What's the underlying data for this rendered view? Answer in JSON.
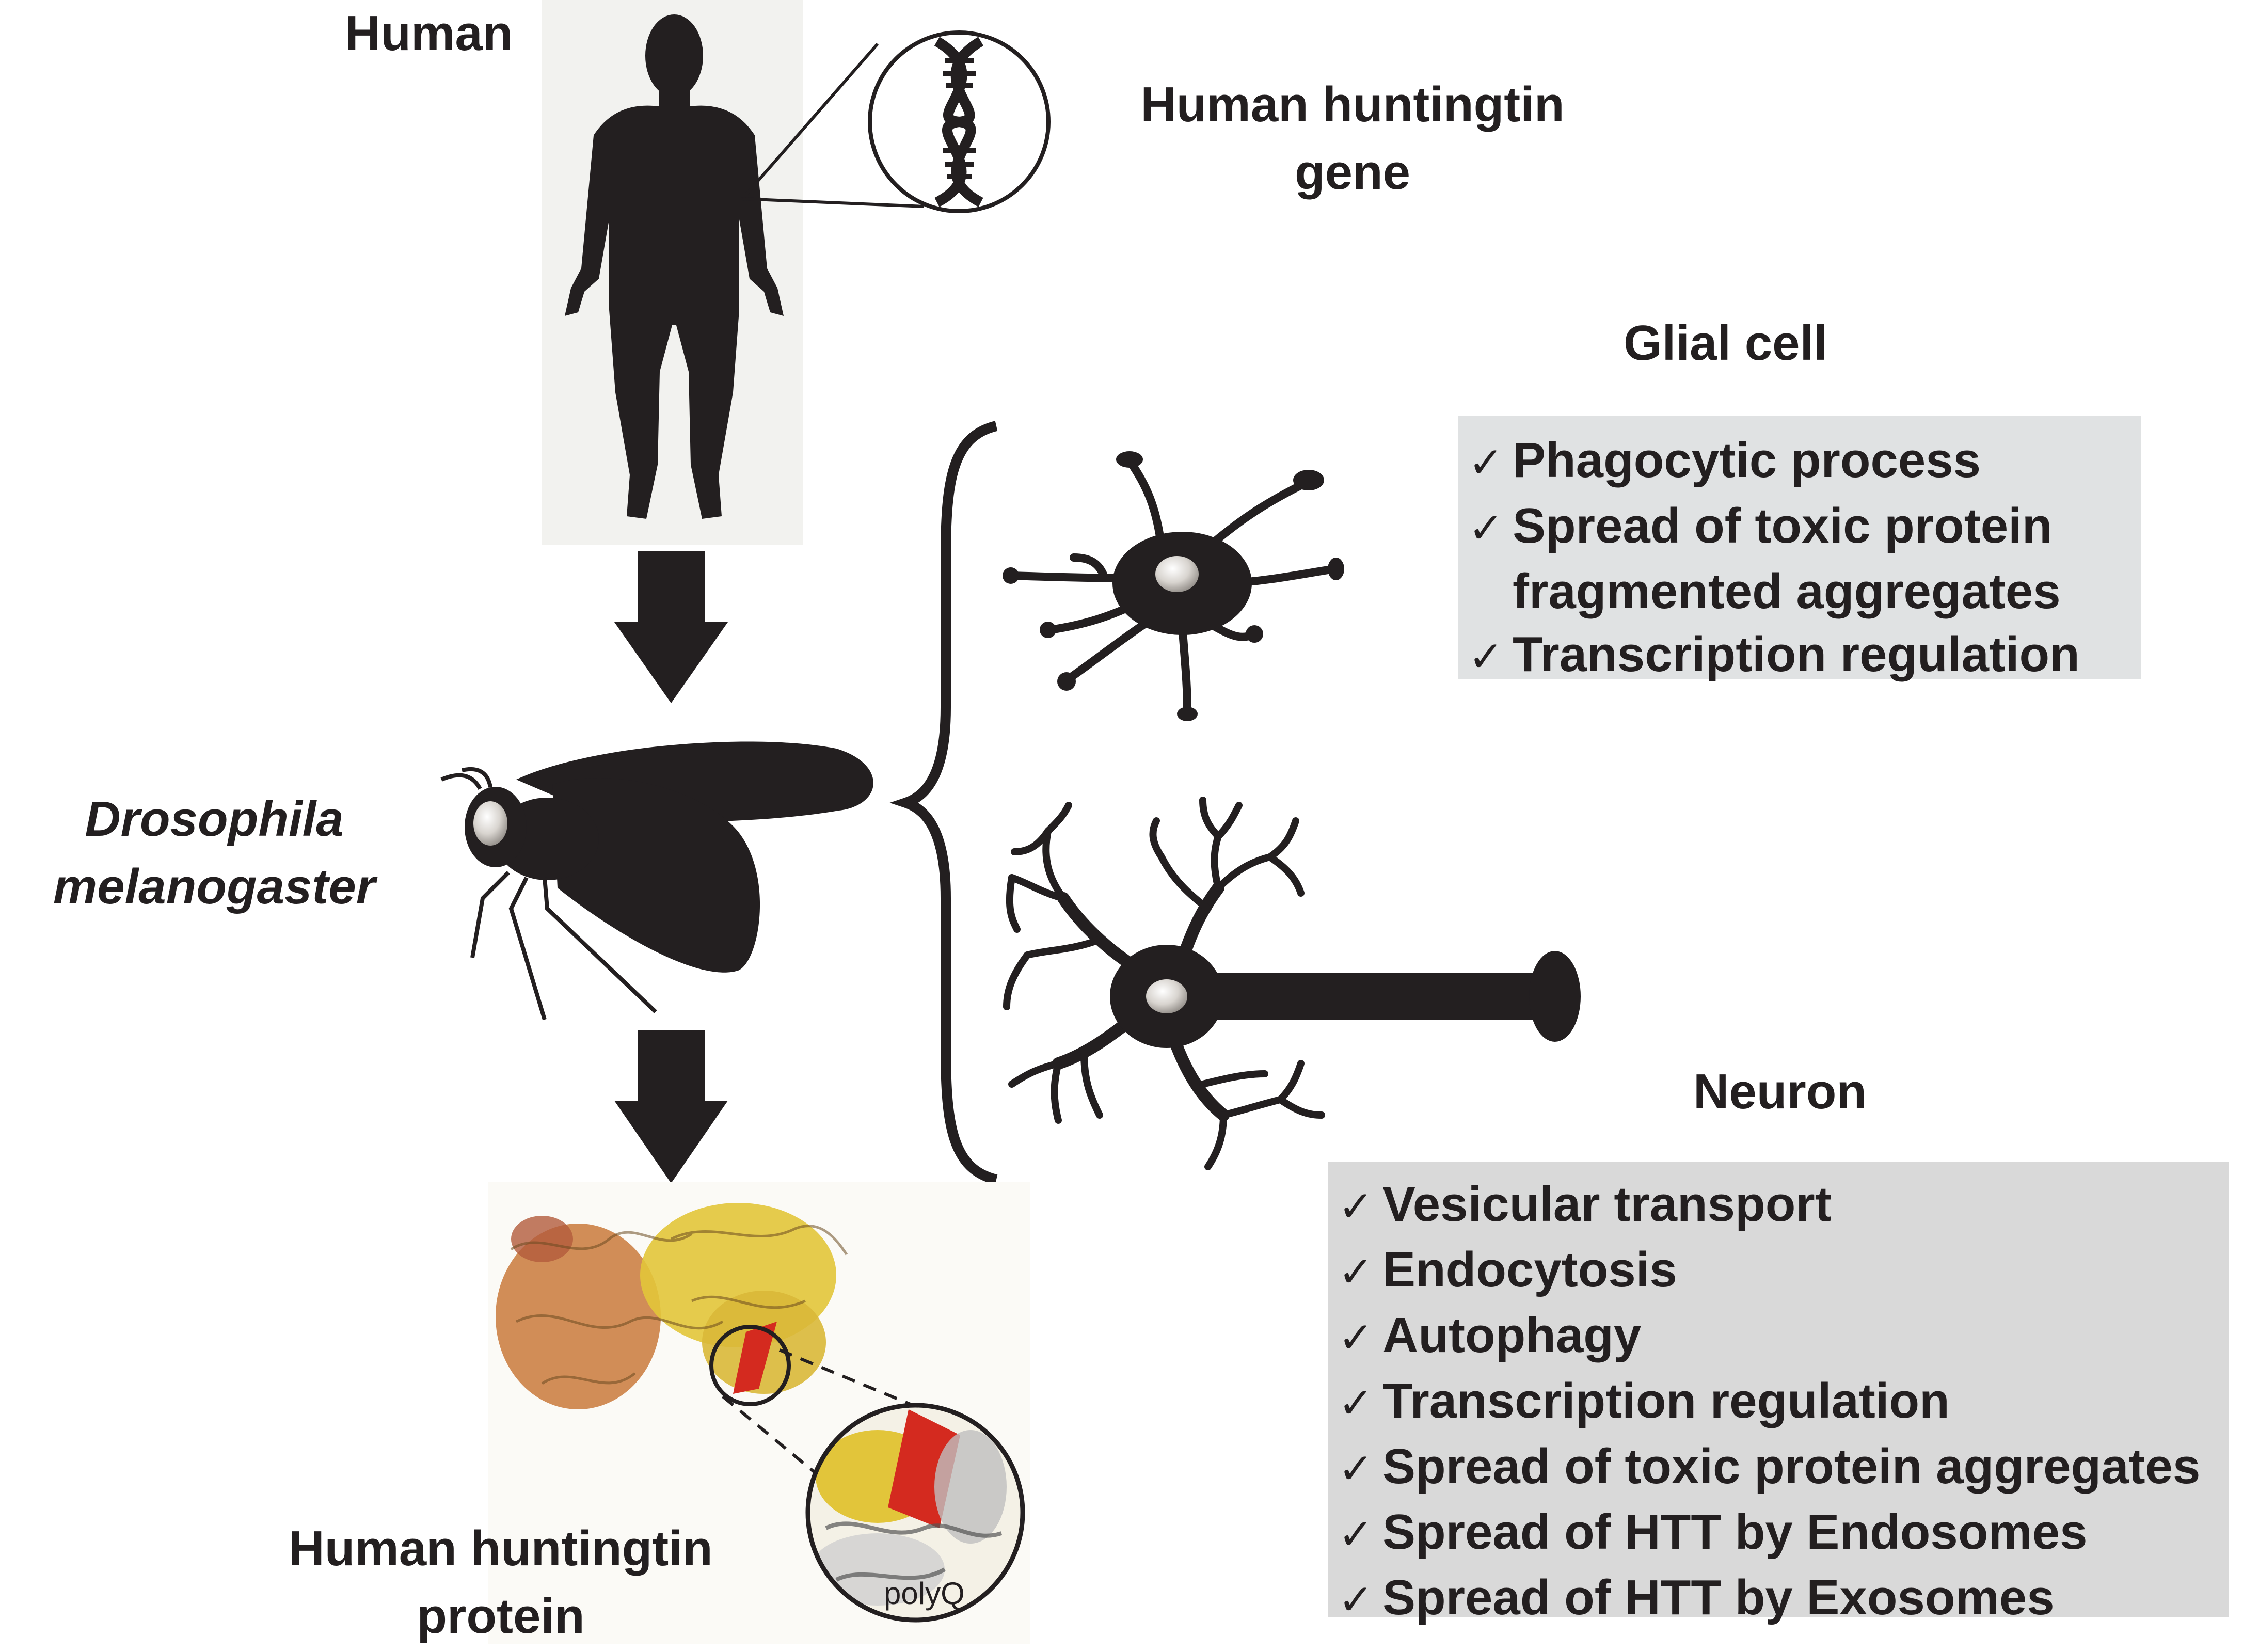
{
  "labels": {
    "human": "Human",
    "gene_line1": "Human huntingtin",
    "gene_line2": "gene",
    "glial_title": "Glial cell",
    "fly_line1": "Drosophila",
    "fly_line2": "melanogaster",
    "neuron_title": "Neuron",
    "protein_line1": "Human huntingtin",
    "protein_line2": "protein",
    "polyq": "polyQ"
  },
  "glial_functions": [
    "Phagocytic process",
    "Spread of toxic protein",
    "fragmented aggregates",
    "Transcription regulation"
  ],
  "neuron_functions": [
    "Vesicular transport",
    "Endocytosis",
    "Autophagy",
    "Transcription regulation",
    "Spread of toxic protein aggregates",
    "Spread of HTT by Endosomes",
    "Spread of HTT by Exosomes"
  ],
  "check_glyph": "✓",
  "colors": {
    "silhouette": "#231f20",
    "glial_box": "#e0e2e3",
    "neuron_box": "#d9d9d9",
    "helix_red": "#d42a1f",
    "protein_yellow": "#e2c53a",
    "protein_orange": "#c9793b"
  }
}
